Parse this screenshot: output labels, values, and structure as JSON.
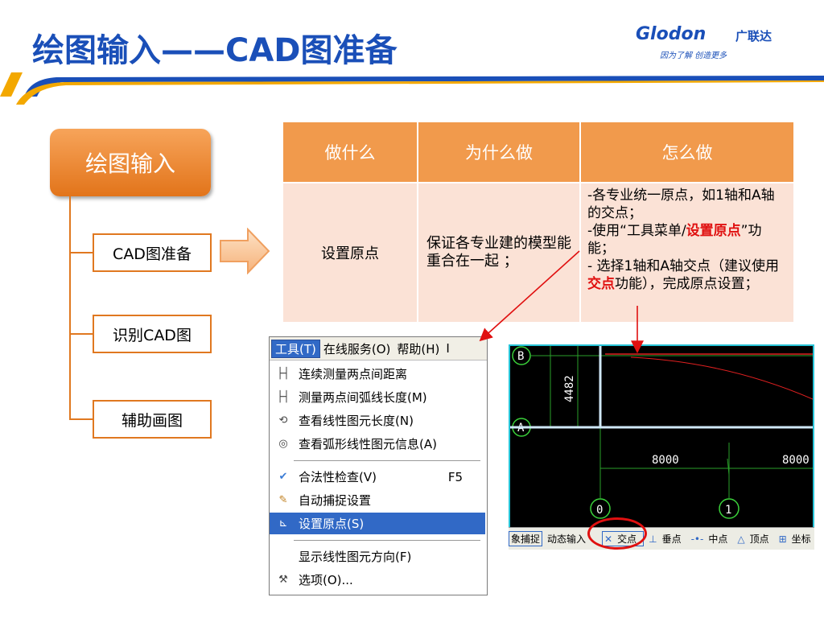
{
  "title": "绘图输入——CAD图准备",
  "logo": {
    "brand": "Glodon",
    "brand_cn": "广联达",
    "slogan": "因为了解 创造更多"
  },
  "tree": {
    "main": "绘图输入",
    "items": [
      "CAD图准备",
      "识别CAD图",
      "辅助画图"
    ]
  },
  "table": {
    "headers": [
      "做什么",
      "为什么做",
      "怎么做"
    ],
    "row": {
      "what": "设置原点",
      "why": "保证各专业建的模型能重合在一起 ；",
      "how_1": "-各专业统一原点，如1轴和A轴的交点；",
      "how_2a": "-使用“工具菜单/",
      "how_2b": "设置原点",
      "how_2c": "”功能；",
      "how_3a": "- 选择1轴和A轴交点（建议使用",
      "how_3b": "交点",
      "how_3c": "功能），完成原点设置；"
    }
  },
  "menu": {
    "bar": [
      "工具(T)",
      "在线服务(O)",
      "帮助(H)",
      "I"
    ],
    "items": [
      {
        "icon": "ruler-icon",
        "label": "连续测量两点间距离"
      },
      {
        "icon": "ruler-arc-icon",
        "label": "测量两点间弧线长度(M)"
      },
      {
        "icon": "line-length-icon",
        "label": "查看线性图元长度(N)"
      },
      {
        "icon": "arc-info-icon",
        "label": "查看弧形线性图元信息(A)"
      },
      {
        "icon": "check-icon",
        "label": "合法性检查(V)",
        "shortcut": "F5"
      },
      {
        "icon": "snap-settings-icon",
        "label": "自动捕捉设置"
      },
      {
        "icon": "origin-icon",
        "label": "设置原点(S)"
      },
      {
        "icon": "direction-icon",
        "label": "显示线性图元方向(F)"
      },
      {
        "icon": "options-icon",
        "label": "选项(O)..."
      }
    ]
  },
  "cad": {
    "axis_b": "B",
    "axis_a": "A",
    "axis_0": "0",
    "axis_1": "1",
    "dim_vertical": "4482",
    "dim_1": "8000",
    "dim_2": "8000",
    "snapbar": [
      "象捕捉",
      "动态输入",
      "交点",
      "垂点",
      "中点",
      "顶点",
      "坐标"
    ]
  },
  "colors": {
    "accent": "#1a4fb8",
    "orange": "#e07820",
    "red": "#e01010"
  }
}
